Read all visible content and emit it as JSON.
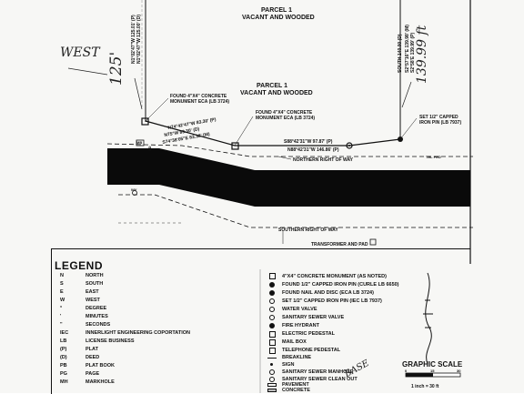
{
  "parcel": {
    "title": "PARCEL 1",
    "subtitle": "VACANT AND WOODED"
  },
  "handwriting": {
    "west": "WEST",
    "left_dim": "125'",
    "right_dim": "139.99 ft",
    "bottom_scrawl": "BASE"
  },
  "bearings": {
    "left_p": "N1°02'47\"W 125.01' (P)",
    "left_d": "N1°02'47\"W 125.00' (D)",
    "right_d": "SOUTH 140.00 (D)",
    "right_m": "S2°57'16\"E 139.98' (M)",
    "right_p": "S2°58'E 139.99' (P)",
    "seg1_p": "N74°42'47\"W 83.30' (P)",
    "seg1_d": "N75°W 83.30' (D)",
    "seg1_m": "S74°38'05\"E 83.38' (M)",
    "seg2": "S88°42'31\"W 97.87' (P)",
    "seg3": "N88°42'31\"W 146.86' (P)"
  },
  "labels": {
    "found_monument_1": "FOUND 4\"X4\" CONCRETE MONUMENT ECA (LB 3724)",
    "found_monument_2": "FOUND 4\"X4\" CONCRETE MONUMENT ECA (LB 3724)",
    "set_pin": "SET 1/2\" CAPPED IRON PIN (LB 7937)",
    "northern_row": "NORTHERN RIGHT OF WAY",
    "southern_row": "SOUTHERN RIGHT OF WAY",
    "transformer": "TRANSFORMER AND PAD",
    "tel_ped": "TEL PED",
    "mb": "MB",
    "wv": "WV",
    "sd": "SD"
  },
  "legend": {
    "title": "LEGEND",
    "abbreviations": [
      {
        "abbr": "N",
        "desc": "NORTH"
      },
      {
        "abbr": "S",
        "desc": "SOUTH"
      },
      {
        "abbr": "E",
        "desc": "EAST"
      },
      {
        "abbr": "W",
        "desc": "WEST"
      },
      {
        "abbr": "°",
        "desc": "DEGREE"
      },
      {
        "abbr": "'",
        "desc": "MINUTES"
      },
      {
        "abbr": "\"",
        "desc": "SECONDS"
      },
      {
        "abbr": "IEC",
        "desc": "INNERLIGHT ENGINEERING COPORTATION"
      },
      {
        "abbr": "LB",
        "desc": "LICENSE BUSINESS"
      },
      {
        "abbr": "(P)",
        "desc": "PLAT"
      },
      {
        "abbr": "(D)",
        "desc": "DEED"
      },
      {
        "abbr": "PB",
        "desc": "PLAT BOOK"
      },
      {
        "abbr": "PG",
        "desc": "PAGE"
      },
      {
        "abbr": "MH",
        "desc": "MARKHOLE"
      }
    ],
    "symbols": [
      {
        "icon": "square-monument-icon",
        "desc": "4\"X4\" CONCRETE MONUMENT (AS NOTED)"
      },
      {
        "icon": "capped-pin-icon",
        "desc": "FOUND 1/2\" CAPPED IRON PIN (CURLE LB 6650)"
      },
      {
        "icon": "nail-disc-icon",
        "desc": "FOUND NAIL AND DISC (ECA LB 3724)"
      },
      {
        "icon": "set-pin-icon",
        "desc": "SET 1/2\" CAPPED IRON PIN (IEC LB 7937)"
      },
      {
        "icon": "water-valve-icon",
        "desc": "WATER VALVE"
      },
      {
        "icon": "sewer-valve-icon",
        "desc": "SANITARY SEWER VALVE"
      },
      {
        "icon": "fire-hydrant-icon",
        "desc": "FIRE HYDRANT"
      },
      {
        "icon": "electric-pedestal-icon",
        "desc": "ELECTRIC PEDESTAL"
      },
      {
        "icon": "mail-box-icon",
        "desc": "MAIL BOX"
      },
      {
        "icon": "telephone-pedestal-icon",
        "desc": "TELEPHONE PEDESTAL"
      },
      {
        "icon": "breakline-icon",
        "desc": "BREAKLINE"
      },
      {
        "icon": "sign-icon",
        "desc": "SIGN"
      },
      {
        "icon": "sewer-manhole-icon",
        "desc": "SANITARY SEWER MANHOLE"
      },
      {
        "icon": "sewer-cleanout-icon",
        "desc": "SANITARY SEWER CLEAN OUT"
      },
      {
        "icon": "pavement-icon",
        "desc": "PAVEMENT"
      },
      {
        "icon": "concrete-icon",
        "desc": "CONCRETE"
      }
    ]
  },
  "graphic_scale": {
    "title": "GRAPHIC SCALE",
    "tick_0": "0",
    "tick_15": "15",
    "tick_30": "30",
    "unit": "1 inch = 30 ft"
  }
}
